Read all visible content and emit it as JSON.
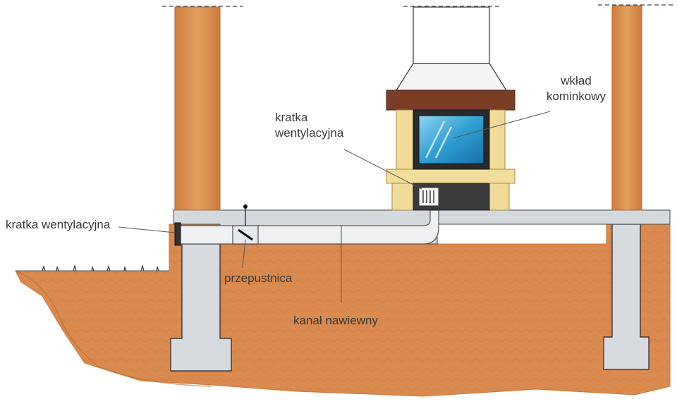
{
  "labels": {
    "fireplace_insert": {
      "line1": "wkład",
      "line2": "kominkowy"
    },
    "vent_grille_top": {
      "line1": "kratka",
      "line2": "wentylacyjna"
    },
    "vent_grille_side": "kratka wentylacyjna",
    "damper": "przepustnica",
    "supply_duct": "kanał nawiewny"
  },
  "colors": {
    "brick": "#d98e4c",
    "soil": "#d9894d",
    "concrete": "#d9dde2",
    "glass": "#3da7d6",
    "mantel": "#7a3d26",
    "stone": "#f2dc9a",
    "firebox": "#3b3b3b"
  }
}
